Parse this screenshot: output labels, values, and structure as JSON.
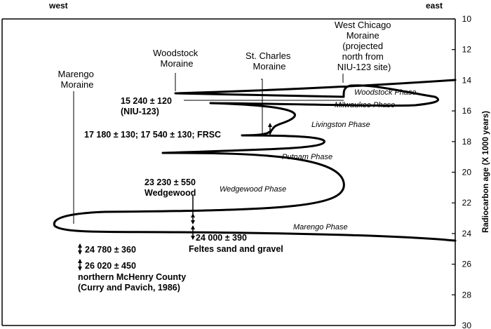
{
  "directions": {
    "west": "west",
    "east": "east"
  },
  "axis": {
    "label": "Radiocarbon age (X 1000 years)",
    "ticks": [
      "10",
      "12",
      "14",
      "16",
      "18",
      "20",
      "22",
      "24",
      "26",
      "28",
      "30"
    ]
  },
  "moraines": {
    "marengo": [
      "Marengo",
      "Moraine"
    ],
    "woodstock": [
      "Woodstock",
      "Moraine"
    ],
    "stcharles": [
      "St. Charles",
      "Moraine"
    ],
    "westchicago": [
      "West Chicago",
      "Moraine",
      "(projected",
      "north from",
      "NIU-123 site)"
    ]
  },
  "phases": {
    "woodstock": "Woodstock Phase",
    "milwaukee": "Milwaukee Phase",
    "livingston": "Livingston Phase",
    "putnam": "Putnam Phase",
    "wedgewood": "Wedgewood Phase",
    "marengo": "Marengo Phase"
  },
  "dates": {
    "niu_value": "15 240 ± 120",
    "niu_label": "(NIU-123)",
    "frsc": "17 180 ± 130; 17 540 ± 130; FRSC",
    "wedgewood_value": "23 230 ± 550",
    "wedgewood_label": "Wedgewood",
    "feltes_value": "24 000 ± 390",
    "feltes_label": "Feltes sand and gravel",
    "mchenry_1": "24 780 ± 360",
    "mchenry_2": "26 020 ± 450",
    "mchenry_label_1": "northern McHenry County",
    "mchenry_label_2": "(Curry and Pavich, 1986)"
  }
}
